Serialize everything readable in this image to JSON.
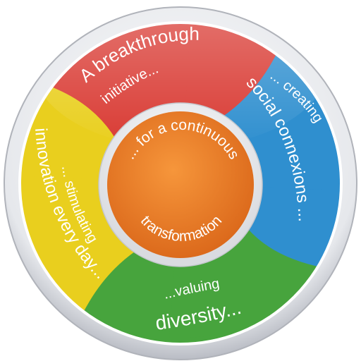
{
  "center": {
    "top_text": "... for a continuous",
    "bottom_text": "transformation",
    "color": "#ee7f2a"
  },
  "segments": [
    {
      "id": "red",
      "color": "#d93a33",
      "line1": "A breakthrough",
      "line2": "initiative..."
    },
    {
      "id": "blue",
      "color": "#2f8fcf",
      "line1": "... creating",
      "line2": "social connexions ..."
    },
    {
      "id": "green",
      "color": "#47a43d",
      "line1": "...valuing",
      "line2": "diversity..."
    },
    {
      "id": "yellow",
      "color": "#e9cf1e",
      "line1": "... stimulating",
      "line2": "innovation every day..."
    }
  ],
  "ring_color": "#c9ccd3"
}
